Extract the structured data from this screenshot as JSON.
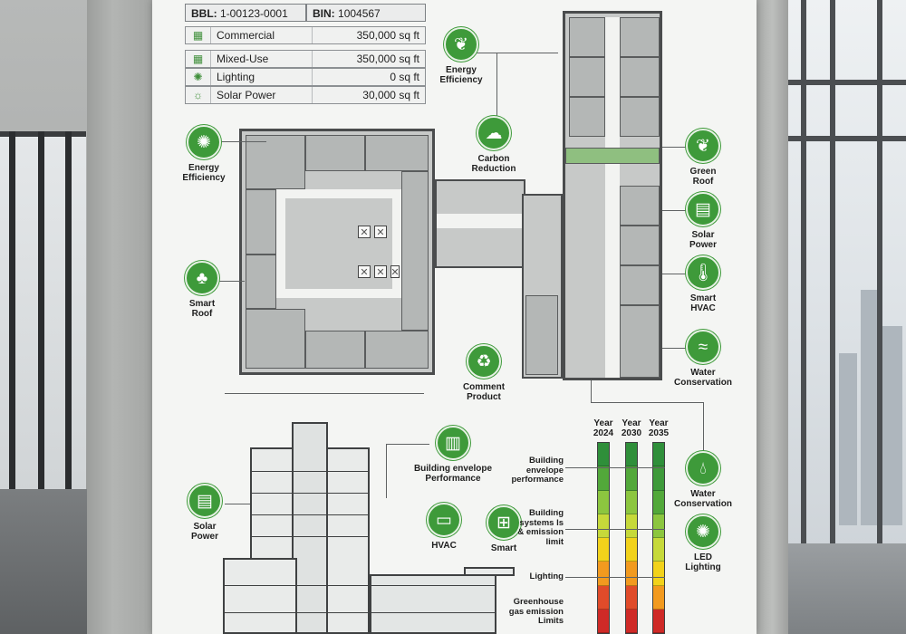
{
  "header": {
    "bbl": {
      "label": "BBL:",
      "value": "1-00123-0001"
    },
    "bin": {
      "label": "BIN:",
      "value": "1004567"
    }
  },
  "usage_rows": [
    {
      "icon": "building-icon",
      "label": "Commercial",
      "value": "350,000 sq ft"
    },
    {
      "icon": "building-icon",
      "label": "Mixed-Use",
      "value": "350,000 sq ft"
    },
    {
      "icon": "light-bulb-icon",
      "label": "Lighting",
      "value": "0 sq ft"
    },
    {
      "icon": "sun-icon",
      "label": "Solar Power",
      "value": "30,000 sq ft"
    }
  ],
  "features": [
    {
      "id": "energy-efficiency-top",
      "label": "Energy\nEfficiency",
      "icon": "leaf-icon"
    },
    {
      "id": "carbon-reduction",
      "label": "Carbon\nReduction",
      "icon": "cloud-icon"
    },
    {
      "id": "energy-efficiency-left",
      "label": "Energy\nEfficiency",
      "icon": "light-bulb-icon"
    },
    {
      "id": "green-roof",
      "label": "Green\nRoof",
      "icon": "leaf-icon"
    },
    {
      "id": "solar-power-right",
      "label": "Solar\nPower",
      "icon": "solar-panel-icon"
    },
    {
      "id": "smart-roof",
      "label": "Smart\nRoof",
      "icon": "plant-icon"
    },
    {
      "id": "smart-hvac",
      "label": "Smart\nHVAC",
      "icon": "thermometer-icon"
    },
    {
      "id": "water-conservation-top",
      "label": "Water\nConservation",
      "icon": "water-wave-icon"
    },
    {
      "id": "comment-product",
      "label": "Comment\nProduct",
      "icon": "recycle-icon"
    },
    {
      "id": "building-envelope",
      "label": "Building envelope\nPerformance",
      "icon": "building-icon"
    },
    {
      "id": "solar-power-left",
      "label": "Solar\nPower",
      "icon": "solar-panel-icon"
    },
    {
      "id": "hvac",
      "label": "HVAC",
      "icon": "hvac-unit-icon"
    },
    {
      "id": "smart",
      "label": "Smart",
      "icon": "smart-grid-icon"
    },
    {
      "id": "water-conservation-bottom",
      "label": "Water\nConservation",
      "icon": "water-drop-icon"
    },
    {
      "id": "led-lighting",
      "label": "LED\nLighting",
      "icon": "light-bulb-icon"
    }
  ],
  "years": [
    {
      "label": "Year\n2024"
    },
    {
      "label": "Year\n2030"
    },
    {
      "label": "Year\n2035"
    }
  ],
  "metrics": [
    {
      "label": "Building\nenvelope\nperformance"
    },
    {
      "label": "Building\nsystems ls\n& emission\nlimit"
    },
    {
      "label": "Lighting"
    },
    {
      "label": "Greenhouse\ngas emission\nLimits"
    }
  ],
  "bar_colors": {
    "col_2024": [
      "#2f8f3a",
      "#52a83a",
      "#8cc63f",
      "#c6d93a",
      "#f2d21b",
      "#f29a1f",
      "#e04b2a",
      "#cf2a27"
    ],
    "col_2030": [
      "#2f8f3a",
      "#52a83a",
      "#8cc63f",
      "#c6d93a",
      "#f2d21b",
      "#f29a1f",
      "#e04b2a",
      "#cf2a27"
    ],
    "col_2035": [
      "#2f8f3a",
      "#3e9a3a",
      "#52a83a",
      "#8cc63f",
      "#c6d93a",
      "#f2d21b",
      "#f29a1f",
      "#cf2a27"
    ]
  },
  "colors": {
    "accent_green": "#3e9a3a",
    "poster_bg": "#f4f5f3",
    "plan_grey": "#c7c9c8"
  }
}
